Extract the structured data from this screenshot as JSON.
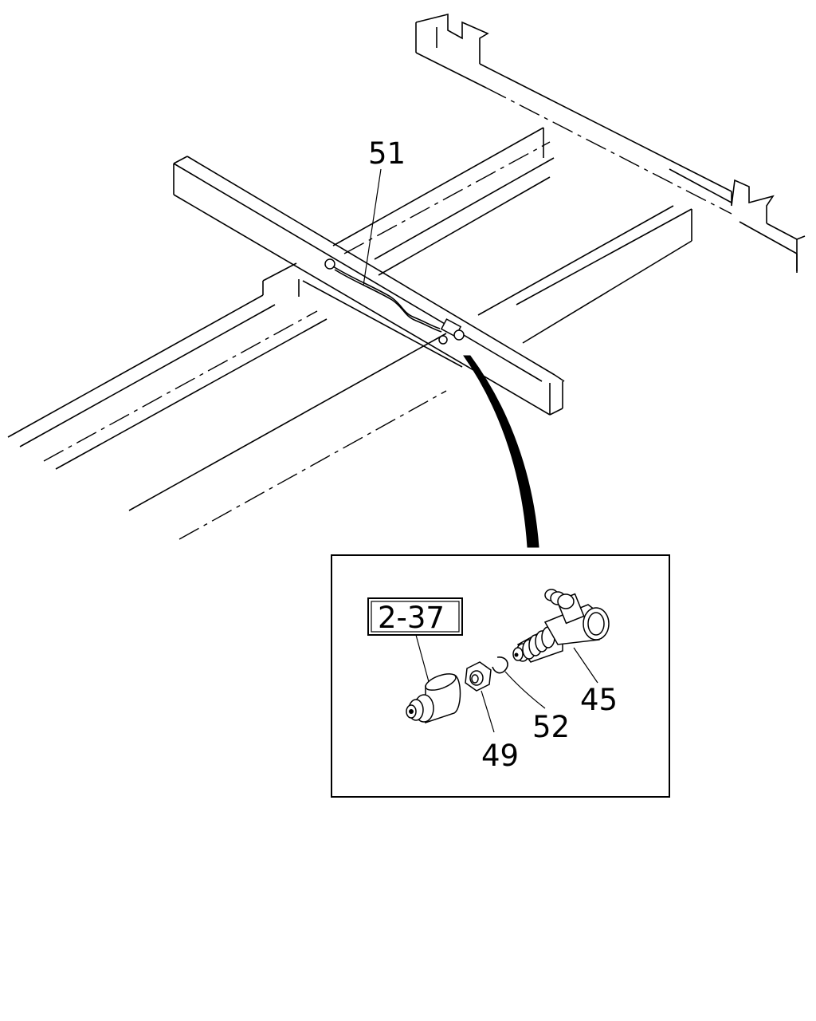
{
  "diagram": {
    "callouts": {
      "hose": "51",
      "ref_box": "2-37",
      "valve": "45",
      "clip": "52",
      "nut": "49"
    },
    "colors": {
      "line": "#000000",
      "background": "#ffffff"
    }
  }
}
